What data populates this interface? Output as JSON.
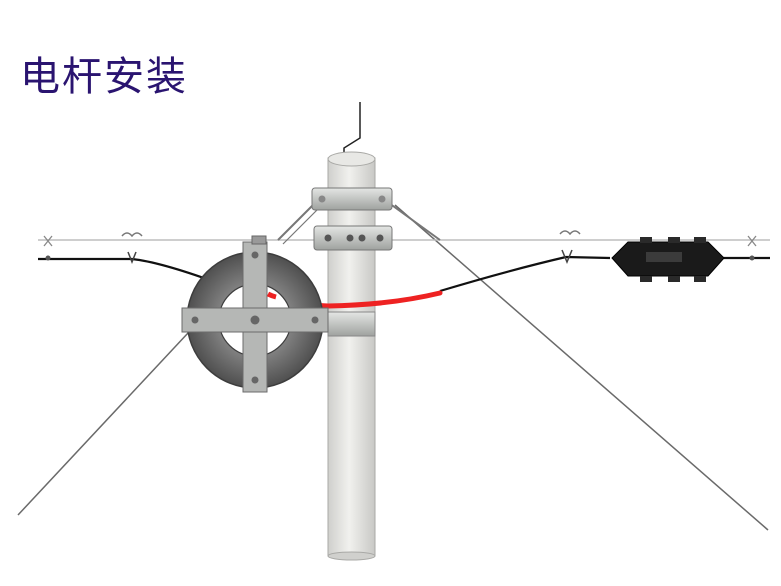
{
  "title": "电杆安装",
  "colors": {
    "title": "#2a1470",
    "pole": "#e2e2df",
    "cable": "#111111",
    "red_cable": "#ee2222",
    "hardware": "#c9cbc9",
    "closure": "#1a1a1a",
    "coil": "#6c6c6c"
  },
  "components": [
    "pole",
    "messenger-wire",
    "guy-wire",
    "cable-coil",
    "slack-rack",
    "splice-closure",
    "pole-clamp",
    "suspension-clamp",
    "red-cable"
  ]
}
